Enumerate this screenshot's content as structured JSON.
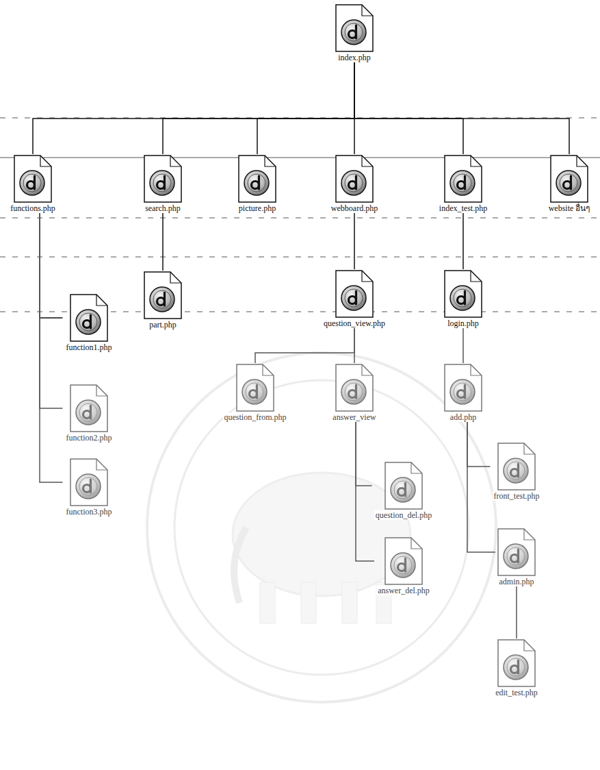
{
  "diagram": {
    "nodes": [
      {
        "text": [
          "index.php"
        ]
      },
      {
        "text": [
          "functions.php"
        ]
      },
      {
        "text": [
          "search.php"
        ]
      },
      {
        "text": [
          "picture.php"
        ]
      },
      {
        "text": [
          "webboard.php"
        ]
      },
      {
        "text": [
          "index_test.php"
        ]
      },
      {
        "text": [
          "website อื่นๆ"
        ]
      },
      {
        "text": [
          "part.php"
        ]
      },
      {
        "text": [
          "question_view.php"
        ]
      },
      {
        "text": [
          "login.php"
        ]
      },
      {
        "text": [
          "function1.php"
        ]
      },
      {
        "text": [
          "question_from.php"
        ]
      },
      {
        "text": [
          "answer_view"
        ]
      },
      {
        "text": [
          "add.php"
        ]
      },
      {
        "text": [
          "function2.php"
        ]
      },
      {
        "text": [
          "question_del.php"
        ]
      },
      {
        "text": [
          "front_test.php"
        ]
      },
      {
        "text": [
          "function3.php"
        ]
      },
      {
        "text": [
          "answer_del.php"
        ]
      },
      {
        "text": [
          "admin.php"
        ]
      },
      {
        "text": [
          "edit_test.php"
        ]
      }
    ],
    "edges": [
      {
        "from": 0,
        "to": 1,
        "arrow": "none"
      },
      {
        "from": 0,
        "to": 2,
        "arrow": "none"
      },
      {
        "from": 0,
        "to": 3,
        "arrow": "none"
      },
      {
        "from": 0,
        "to": 4,
        "arrow": "none"
      },
      {
        "from": 0,
        "to": 5,
        "arrow": "none"
      },
      {
        "from": 0,
        "to": 6,
        "arrow": "none"
      },
      {
        "from": 1,
        "to": 10,
        "arrow": "none"
      },
      {
        "from": 1,
        "to": 14,
        "arrow": "none"
      },
      {
        "from": 1,
        "to": 17,
        "arrow": "none"
      },
      {
        "from": 2,
        "to": 7,
        "arrow": "none"
      },
      {
        "from": 4,
        "to": 8,
        "arrow": "none"
      },
      {
        "from": 5,
        "to": 9,
        "arrow": "none"
      },
      {
        "from": 8,
        "to": 11,
        "arrow": "none"
      },
      {
        "from": 8,
        "to": 12,
        "arrow": "none"
      },
      {
        "from": 12,
        "to": 15,
        "arrow": "none"
      },
      {
        "from": 12,
        "to": 18,
        "arrow": "none"
      },
      {
        "from": 9,
        "to": 13,
        "arrow": "none"
      },
      {
        "from": 13,
        "to": 16,
        "arrow": "none"
      },
      {
        "from": 13,
        "to": 19,
        "arrow": "none"
      },
      {
        "from": 19,
        "to": 20,
        "arrow": "none"
      }
    ]
  }
}
